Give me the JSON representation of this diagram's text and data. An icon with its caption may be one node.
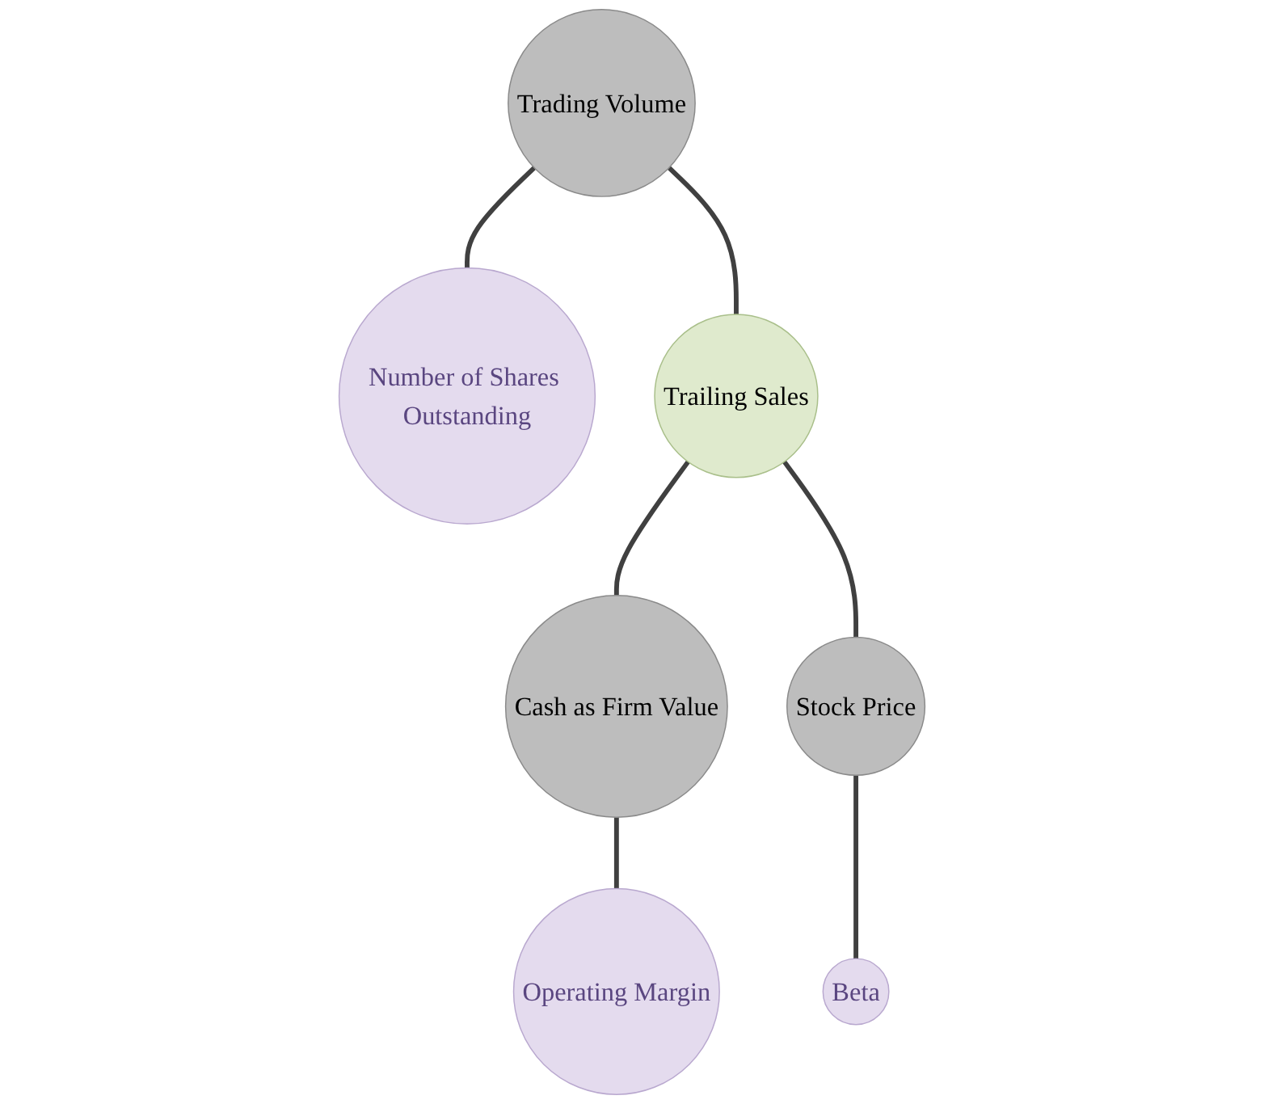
{
  "diagram": {
    "nodes": [
      {
        "text": [
          "Trading Volume"
        ]
      },
      {
        "text": [
          "Number of Shares Outstanding"
        ]
      },
      {
        "text": [
          "Trailing Sales"
        ]
      },
      {
        "text": [
          "Cash as Firm Value"
        ]
      },
      {
        "text": [
          "Operating Margin"
        ]
      },
      {
        "text": [
          "Stock Price"
        ]
      },
      {
        "text": [
          "Beta"
        ]
      }
    ],
    "edges": [
      {
        "from": 0,
        "to": 1,
        "arrow": "none"
      },
      {
        "from": 0,
        "to": 2,
        "arrow": "none"
      },
      {
        "from": 2,
        "to": 3,
        "arrow": "none"
      },
      {
        "from": 3,
        "to": 4,
        "arrow": "none"
      },
      {
        "from": 2,
        "to": 5,
        "arrow": "none"
      },
      {
        "from": 5,
        "to": 6,
        "arrow": "none"
      }
    ]
  }
}
